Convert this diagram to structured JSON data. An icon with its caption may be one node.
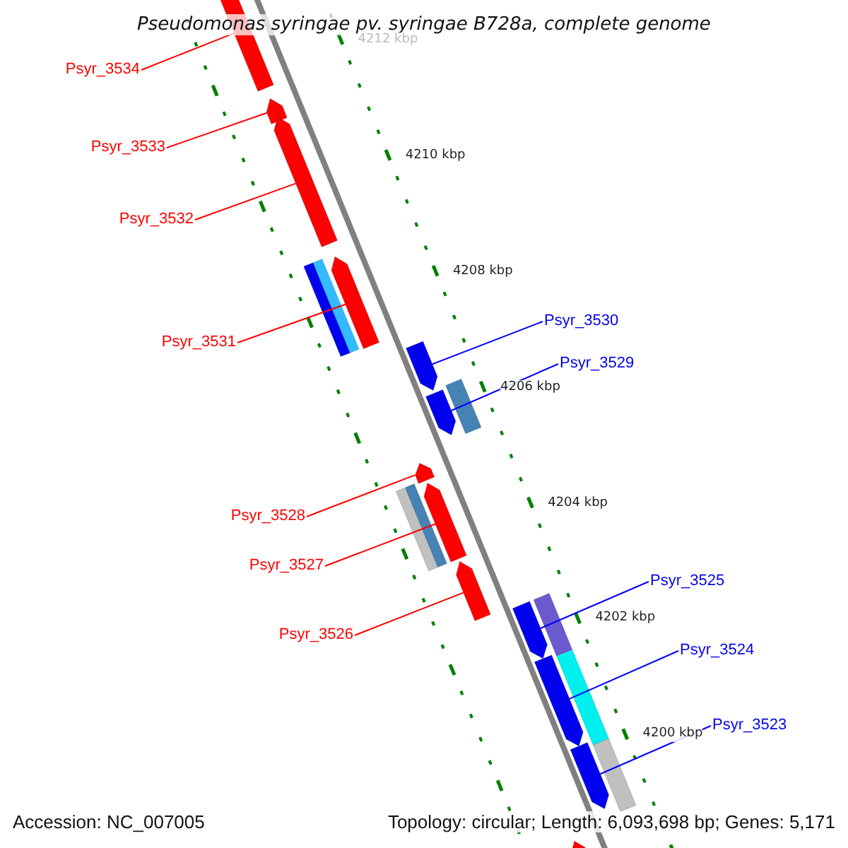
{
  "diagram": {
    "title": "Pseudomonas syringae pv. syringae B728a, complete genome",
    "nodes": [
      {
        "text": [
          "Psyr_3534"
        ]
      },
      {
        "text": [
          "Psyr_3533"
        ]
      },
      {
        "text": [
          "Psyr_3532"
        ]
      },
      {
        "text": [
          "Psyr_3530"
        ]
      },
      {
        "text": [
          "Psyr_3531"
        ]
      },
      {
        "text": [
          "Psyr_3529"
        ]
      },
      {
        "text": [
          "Psyr_3528"
        ]
      },
      {
        "text": [
          "Psyr_3527"
        ]
      },
      {
        "text": [
          "Psyr_3525"
        ]
      },
      {
        "text": [
          "Psyr_3526"
        ]
      },
      {
        "text": [
          "Psyr_3524"
        ]
      },
      {
        "text": [
          "Psyr_3523"
        ]
      },
      {
        "text": [],
        "shape": "arrow"
      },
      {
        "text": [],
        "shape": "arrow"
      },
      {
        "text": [],
        "shape": "arrow"
      },
      {
        "text": [],
        "shape": "arrow"
      },
      {
        "text": [],
        "shape": "arrow"
      },
      {
        "text": [],
        "shape": "arrow"
      },
      {
        "text": [],
        "shape": "arrow"
      },
      {
        "text": [],
        "shape": "arrow"
      },
      {
        "text": [],
        "shape": "arrow"
      },
      {
        "text": [],
        "shape": "arrow"
      },
      {
        "text": [],
        "shape": "arrow"
      },
      {
        "text": [],
        "shape": "arrow"
      },
      {
        "text": [],
        "shape": "arrow"
      }
    ],
    "edges": [
      {
        "from": 0,
        "to": 12,
        "arrow": "none"
      },
      {
        "from": 1,
        "to": 13,
        "arrow": "none"
      },
      {
        "from": 2,
        "to": 14,
        "arrow": "none"
      },
      {
        "from": 3,
        "to": 15,
        "arrow": "none",
        "color": "#0000ff"
      },
      {
        "from": 4,
        "to": 16,
        "arrow": "none"
      },
      {
        "from": 5,
        "to": 17,
        "arrow": "none",
        "color": "#0000ff"
      },
      {
        "from": 6,
        "to": 18,
        "arrow": "none"
      },
      {
        "from": 7,
        "to": 19,
        "arrow": "none"
      },
      {
        "from": 8,
        "to": 20,
        "arrow": "none",
        "color": "#0000ff"
      },
      {
        "from": 9,
        "to": 21,
        "arrow": "none"
      },
      {
        "from": 10,
        "to": 22,
        "arrow": "none",
        "color": "#0000ff"
      },
      {
        "from": 11,
        "to": 23,
        "arrow": "none",
        "color": "#0000ff"
      }
    ],
    "labels": [
      "4212 kbp",
      "4210 kbp",
      "4208 kbp",
      "4206 kbp",
      "4204 kbp",
      "4202 kbp",
      "4200 kbp",
      "Accession: NC_007005",
      "Topology: circular; Length: 6,093,698 bp; Genes: 5,171"
    ]
  }
}
